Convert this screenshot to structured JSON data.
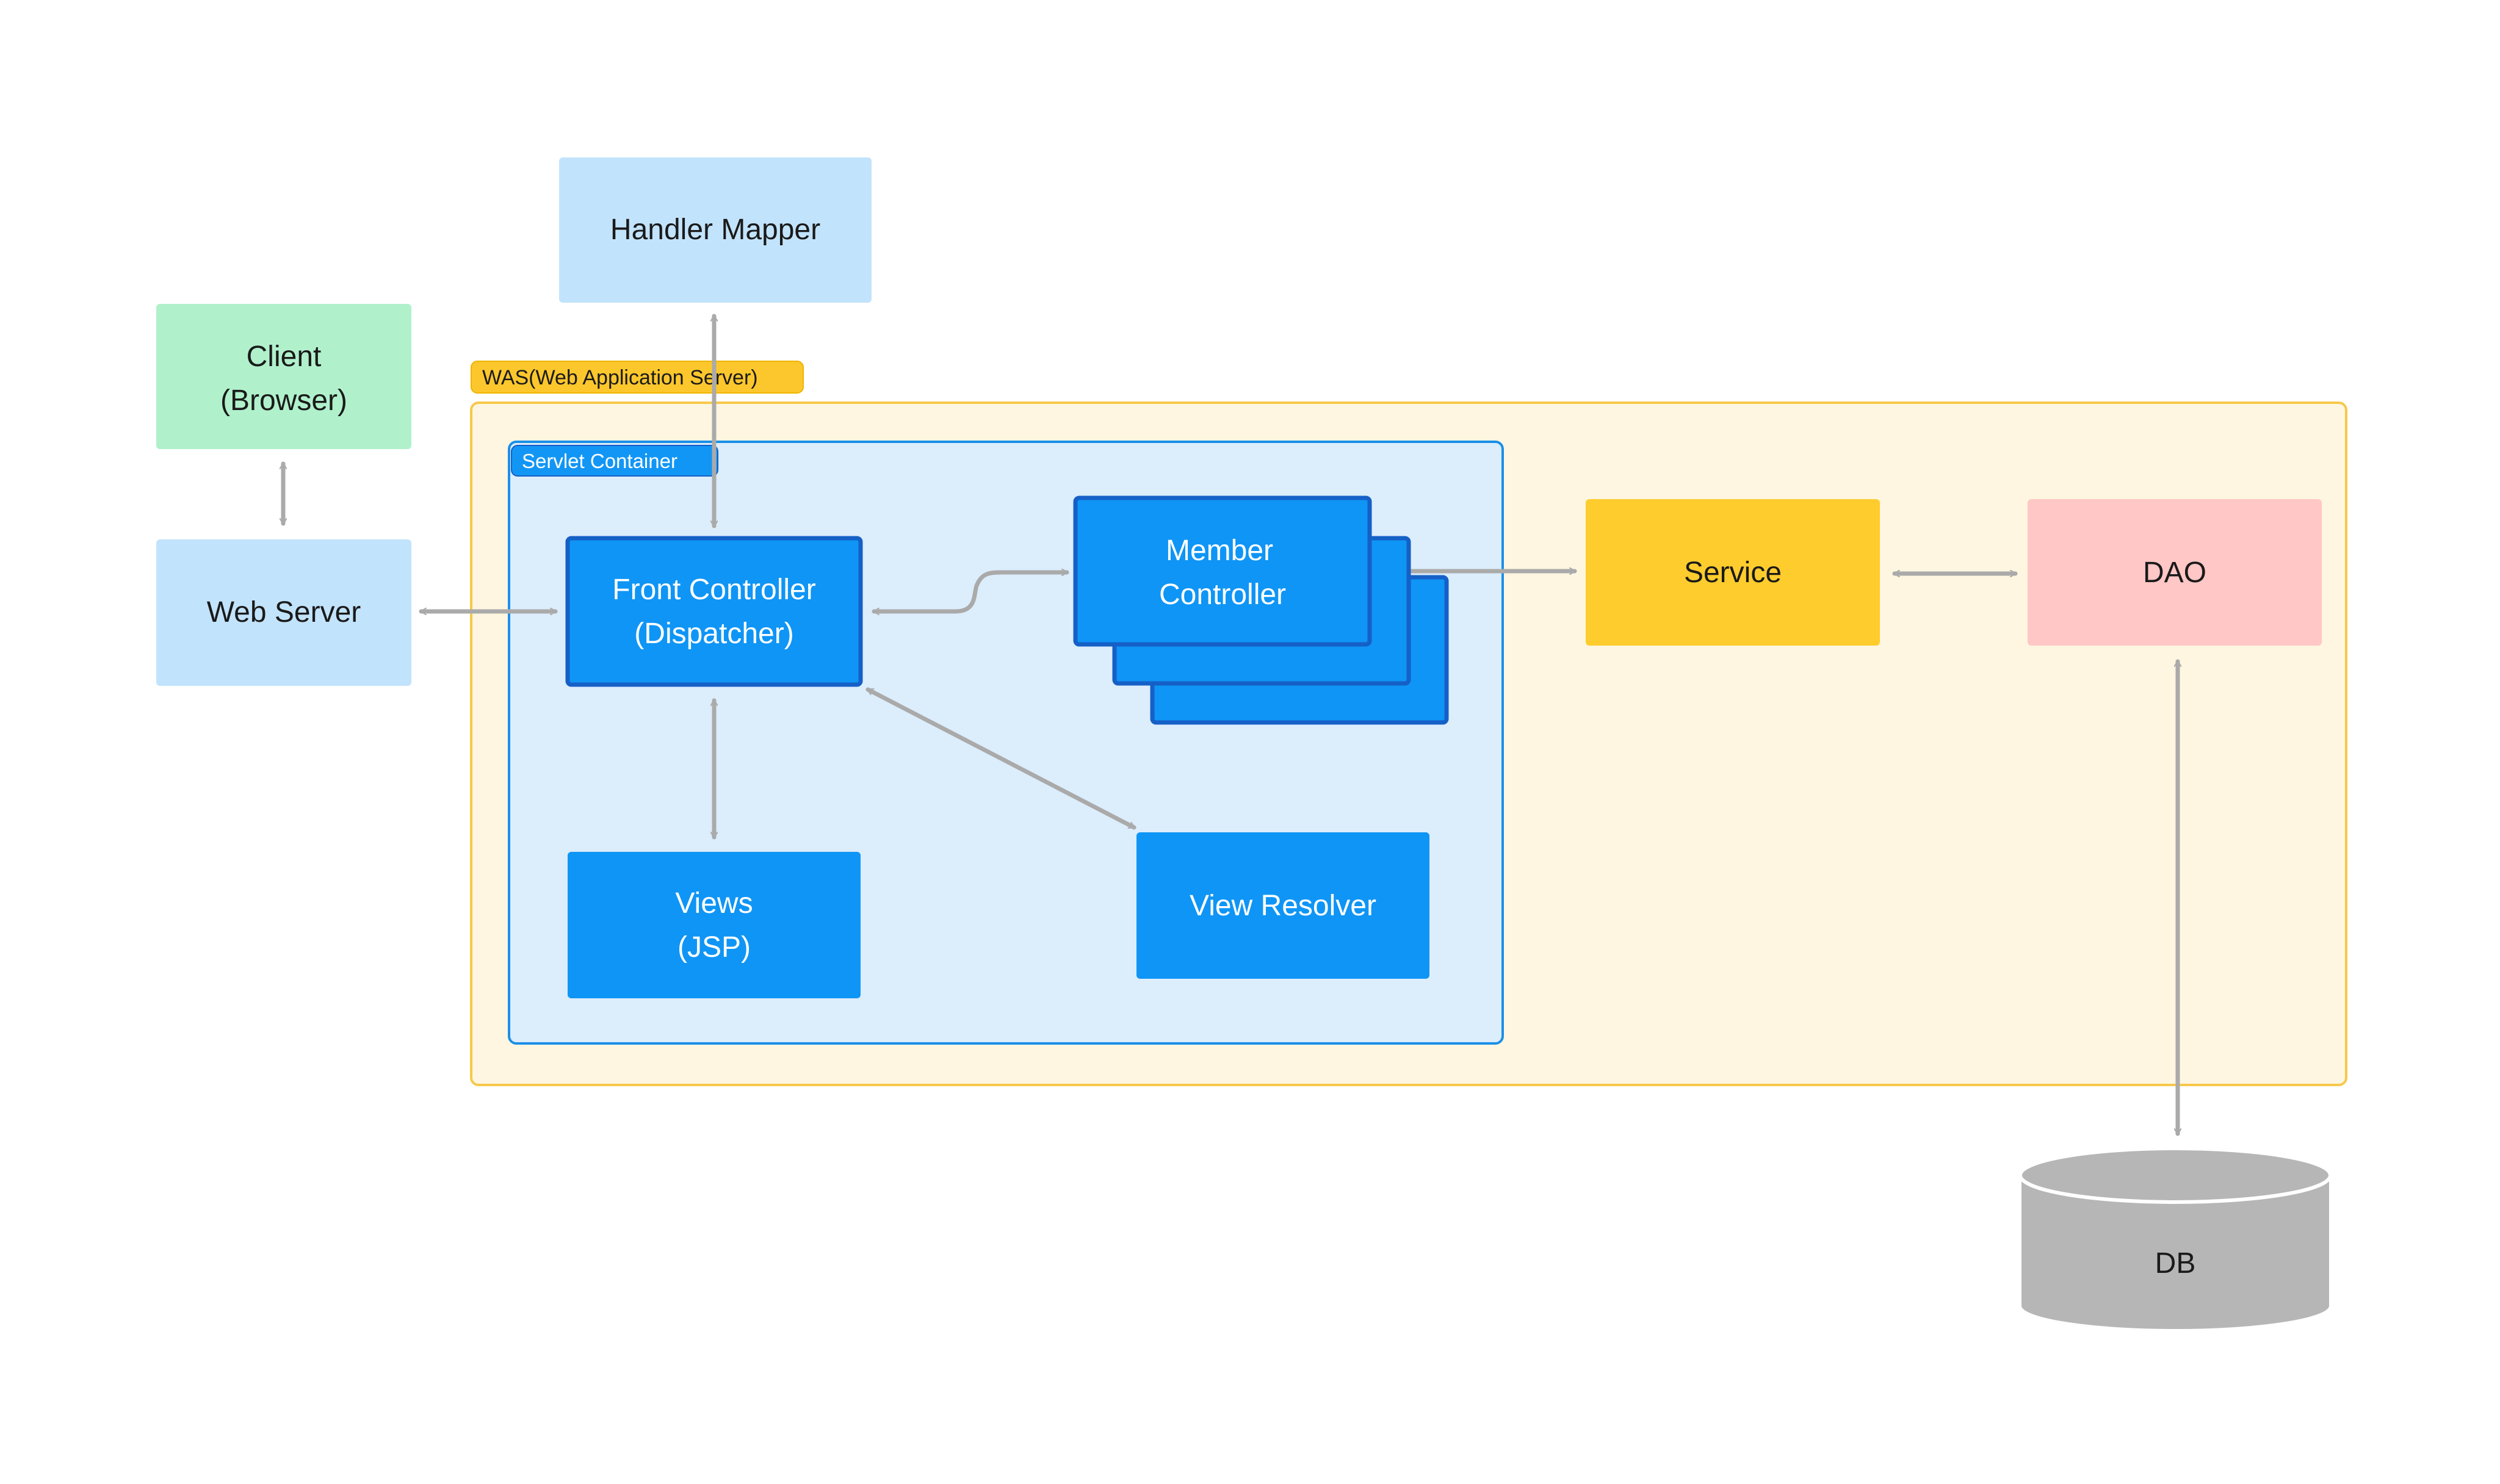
{
  "was": {
    "label": "WAS(Web Application Server)"
  },
  "servlet_container": {
    "label": "Servlet Container"
  },
  "nodes": {
    "handler_mapper": {
      "label": "Handler Mapper"
    },
    "client": {
      "line1": "Client",
      "line2": "(Browser)"
    },
    "web_server": {
      "label": "Web Server"
    },
    "front_controller": {
      "line1": "Front Controller",
      "line2": "(Dispatcher)"
    },
    "member_controller": {
      "line1": "Member",
      "line2": "Controller"
    },
    "views": {
      "line1": "Views",
      "line2": "(JSP)"
    },
    "view_resolver": {
      "label": "View Resolver"
    },
    "service": {
      "label": "Service"
    },
    "dao": {
      "label": "DAO"
    },
    "db": {
      "label": "DB"
    }
  },
  "colors": {
    "was_fill": "#fef6e0",
    "was_stroke": "#f7c94a",
    "was_tag": "#fcc72c",
    "container_fill": "#dcedfc",
    "container_stroke": "#1a8fe8",
    "container_tag": "#1296f5",
    "light_blue": "#c2e3fc",
    "client_green": "#b0f1cc",
    "blue_node": "#0f95f5",
    "blue_border": "#1560c7",
    "service_yellow": "#ffcc2d",
    "dao_pink": "#ffc7c5",
    "db_gray": "#b6b6b6",
    "arrow": "#aaaaaa"
  }
}
